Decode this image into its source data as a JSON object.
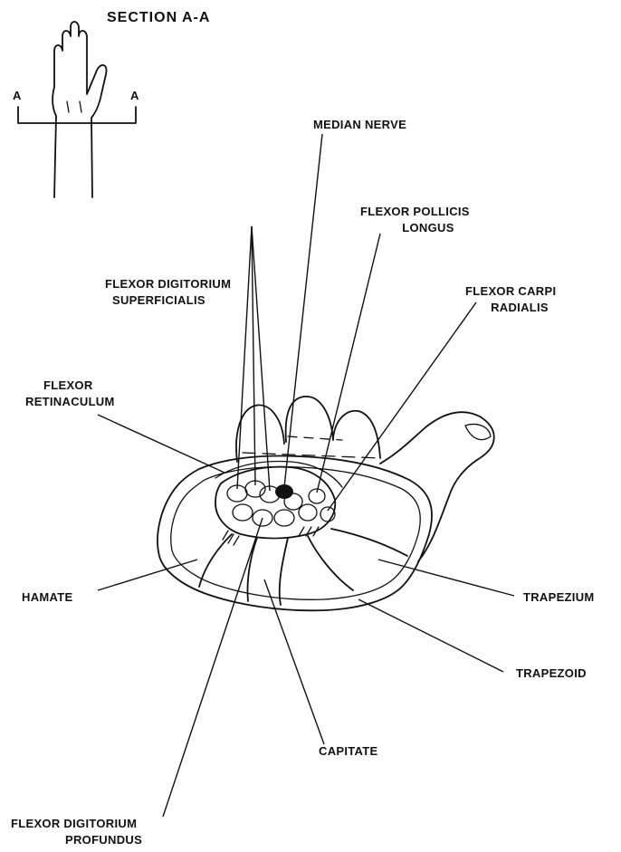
{
  "title": "SECTION A-A",
  "section_marks": {
    "left": "A",
    "right": "A"
  },
  "labels": {
    "median_nerve": "MEDIAN NERVE",
    "flexor_pollicis_longus_1": "FLEXOR POLLICIS",
    "flexor_pollicis_longus_2": "LONGUS",
    "flexor_digitorium_superficialis_1": "FLEXOR DIGITORIUM",
    "flexor_digitorium_superficialis_2": "SUPERFICIALIS",
    "flexor_carpi_radialis_1": "FLEXOR CARPI",
    "flexor_carpi_radialis_2": "RADIALIS",
    "flexor_retinaculum_1": "FLEXOR",
    "flexor_retinaculum_2": "RETINACULUM",
    "hamate": "HAMATE",
    "trapezium": "TRAPEZIUM",
    "trapezoid": "TRAPEZOID",
    "capitate": "CAPITATE",
    "flexor_digitorium_profundus_1": "FLEXOR DIGITORIUM",
    "flexor_digitorium_profundus_2": "PROFUNDUS"
  }
}
